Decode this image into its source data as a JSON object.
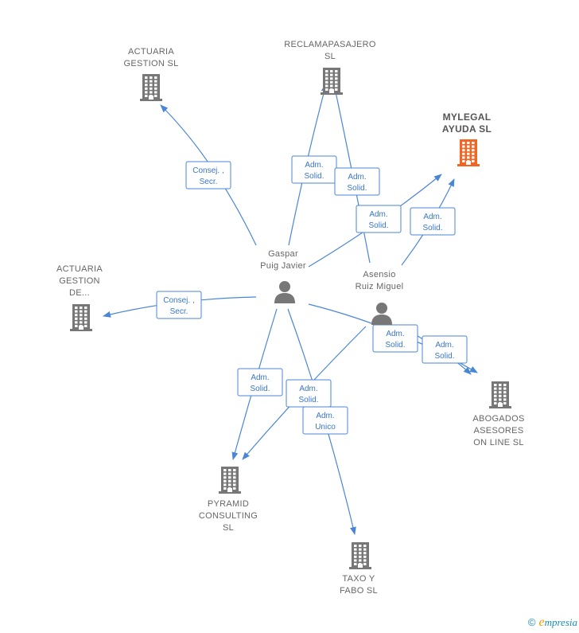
{
  "nodes": [
    {
      "id": "actuaria-gestion-sl",
      "label": "ACTUARIA\nGESTION  SL",
      "kind": "company",
      "color": "#777777"
    },
    {
      "id": "reclamapasajero-sl",
      "label": "RECLAMAPASAJERO\nSL",
      "kind": "company",
      "color": "#777777"
    },
    {
      "id": "mylegal-ayuda-sl",
      "label": "MYLEGAL\nAYUDA  SL",
      "kind": "company",
      "color": "#f26522",
      "highlight": true
    },
    {
      "id": "actuaria-gestion-de",
      "label": "ACTUARIA\nGESTION\nDE...",
      "kind": "company",
      "color": "#777777"
    },
    {
      "id": "gaspar",
      "label": "Gaspar\nPuig Javier",
      "kind": "person",
      "color": "#777777"
    },
    {
      "id": "asensio",
      "label": "Asensio\nRuiz Miguel",
      "kind": "person",
      "color": "#777777"
    },
    {
      "id": "abogados",
      "label": "ABOGADOS\nASESORES\nON LINE  SL",
      "kind": "company",
      "color": "#777777"
    },
    {
      "id": "pyramid",
      "label": "PYRAMID\nCONSULTING\nSL",
      "kind": "company",
      "color": "#777777"
    },
    {
      "id": "taxo",
      "label": "TAXO Y\nFABO  SL",
      "kind": "company",
      "color": "#777777"
    }
  ],
  "edges": [
    {
      "from": "gaspar",
      "to": "actuaria-gestion-sl",
      "label": [
        "Consej. ,",
        "Secr."
      ]
    },
    {
      "from": "gaspar",
      "to": "reclamapasajero-sl",
      "label": [
        "Adm.",
        "Solid."
      ]
    },
    {
      "from": "asensio",
      "to": "reclamapasajero-sl",
      "label": [
        "Adm.",
        "Solid."
      ]
    },
    {
      "from": "gaspar",
      "to": "mylegal-ayuda-sl",
      "label": [
        "Adm.",
        "Solid."
      ]
    },
    {
      "from": "asensio",
      "to": "mylegal-ayuda-sl",
      "label": [
        "Adm.",
        "Solid."
      ]
    },
    {
      "from": "gaspar",
      "to": "actuaria-gestion-de",
      "label": [
        "Consej. ,",
        "Secr."
      ]
    },
    {
      "from": "gaspar",
      "to": "abogados",
      "label": [
        "Adm.",
        "Solid."
      ]
    },
    {
      "from": "asensio",
      "to": "abogados",
      "label": [
        "Adm.",
        "Solid."
      ]
    },
    {
      "from": "gaspar",
      "to": "pyramid",
      "label": [
        "Adm.",
        "Solid."
      ]
    },
    {
      "from": "asensio",
      "to": "pyramid",
      "label": [
        "Adm.",
        "Solid."
      ]
    },
    {
      "from": "gaspar",
      "to": "taxo",
      "label": [
        "Adm.",
        "Unico"
      ]
    }
  ],
  "footer": {
    "copyright": "©",
    "brand_e": "e",
    "brand_rest": "mpresia"
  }
}
